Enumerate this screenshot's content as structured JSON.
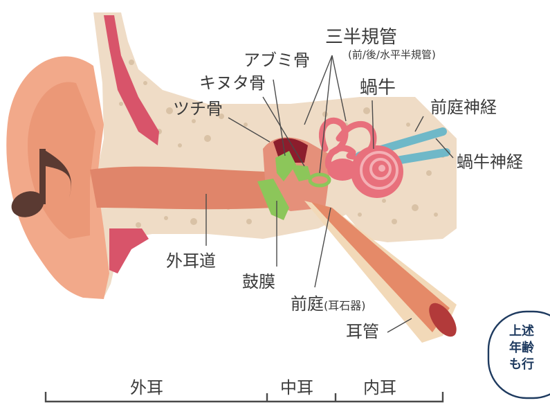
{
  "labels": {
    "semicircular_canals": "三半規管",
    "semicircular_canals_sub": "(前/後/水平半規管)",
    "stapes": "アブミ骨",
    "incus": "キヌタ骨",
    "malleus": "ツチ骨",
    "cochlea": "蝸牛",
    "vestibular_nerve": "前庭神経",
    "cochlear_nerve": "蝸牛神経",
    "ear_canal": "外耳道",
    "eardrum": "鼓膜",
    "vestibule": "前庭",
    "vestibule_sub": "(耳石器)",
    "eustachian_tube": "耳管"
  },
  "regions": {
    "outer": "外耳",
    "middle": "中耳",
    "inner": "内耳"
  },
  "callout": {
    "lines": [
      "上述",
      "年齢",
      "も行"
    ]
  },
  "colors": {
    "skin": "#f2a98a",
    "skin_dark": "#e58a68",
    "bone": "#efdcc6",
    "bone_dot": "#d9c2a6",
    "muscle": "#d8546a",
    "canal": "#e0856a",
    "ossicle_green": "#8cc65a",
    "cochlea_pink": "#e8707c",
    "nerve_blue": "#6fb8c8",
    "note": "#5a3a32",
    "callout_border": "#1e3a5f",
    "callout_text": "#1e3a5f"
  }
}
